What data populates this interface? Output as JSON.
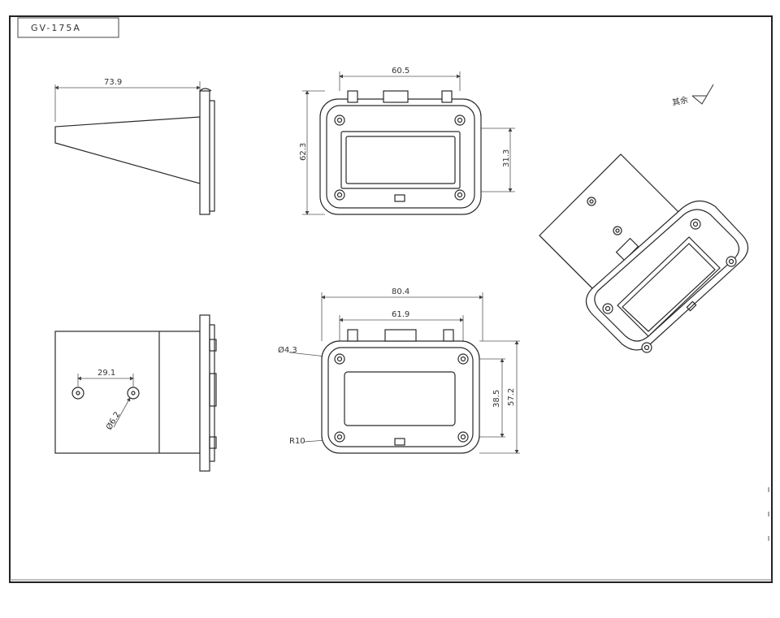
{
  "title_block": {
    "part_number": "GV-175A"
  },
  "finish_note": {
    "text": "其余"
  },
  "views": {
    "side_top": {
      "width_dim": "73.9"
    },
    "front_top": {
      "outer_width": "60.5",
      "outer_height": "62.3",
      "window_height": "31.3"
    },
    "side_bottom": {
      "hole_spacing": "29.1",
      "hole_dia": "Ø6.2"
    },
    "front_bottom": {
      "overall_width": "80.4",
      "inner_width": "61.9",
      "hole_dia": "Ø4.3",
      "radius": "R10",
      "hole_spacing_v": "38.5",
      "overall_height": "57.2"
    }
  },
  "colors": {
    "line": "#2a2a2a",
    "dim_line": "#555555",
    "iso_fill": "#f2f2f2"
  }
}
